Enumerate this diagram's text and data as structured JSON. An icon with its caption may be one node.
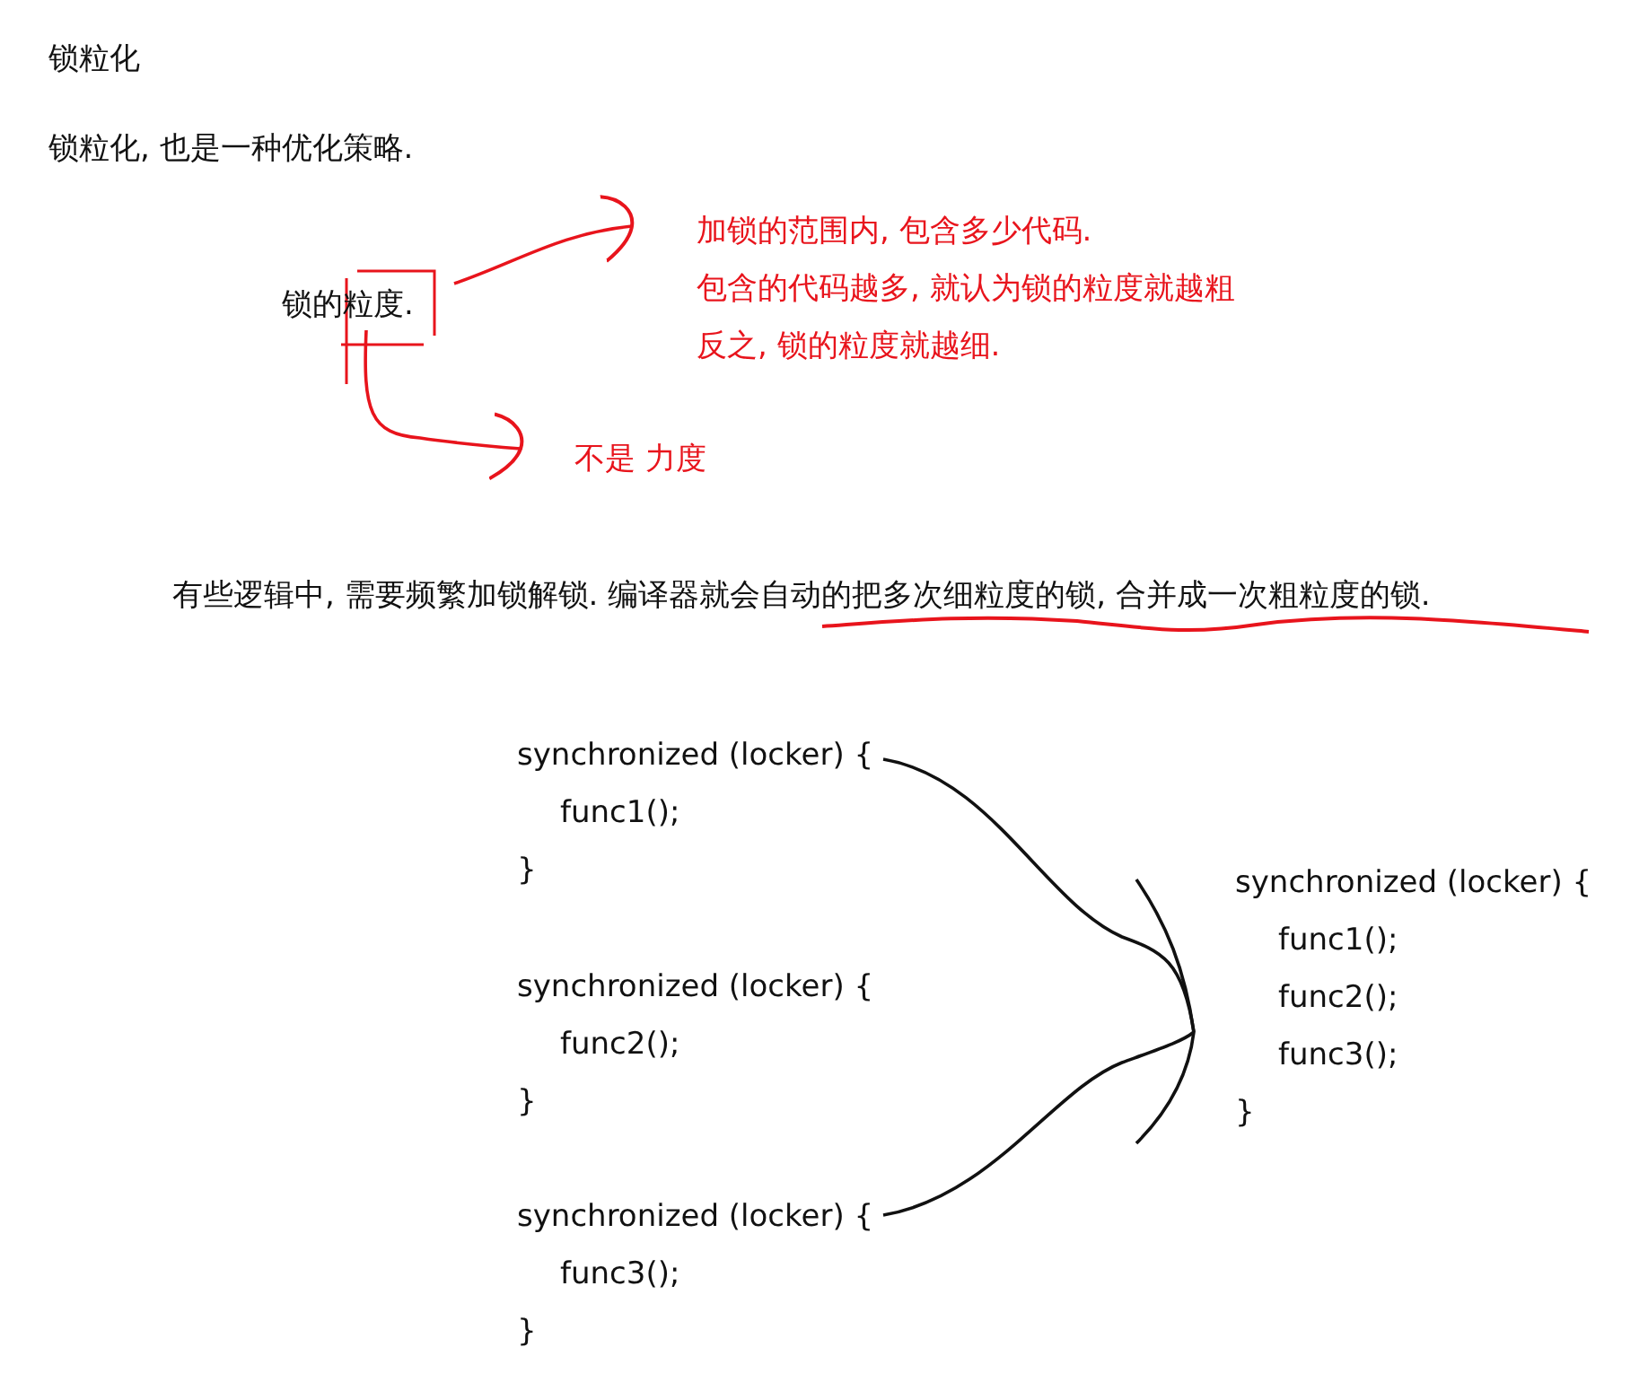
{
  "diagram": {
    "title": "锁粒化",
    "nodes": [
      {
        "text": [
          "锁的粒度."
        ]
      },
      {
        "text": [
          "加锁的范围内, 包含多少代码.",
          "包含的代码越多, 就认为锁的粒度就越粗",
          "反之, 锁的粒度就越细."
        ]
      },
      {
        "text": [
          "不是 力度"
        ]
      },
      {
        "text": [
          "synchronized (locker) {",
          "func1();",
          "}"
        ]
      },
      {
        "text": [
          "synchronized (locker) {",
          "func2();",
          "}"
        ]
      },
      {
        "text": [
          "synchronized (locker) {",
          "func3();",
          "}"
        ]
      },
      {
        "text": [
          "synchronized (locker) {",
          "func1();",
          "func2();",
          "func3();",
          "}"
        ]
      }
    ],
    "edges": [
      {
        "from": 0,
        "to": 1,
        "arrow": "to",
        "color": "#e8141c"
      },
      {
        "from": 0,
        "to": 2,
        "arrow": "to",
        "color": "#e8141c"
      },
      {
        "from": 3,
        "to": 6,
        "arrow": "none",
        "color": "#111111"
      },
      {
        "from": 5,
        "to": 6,
        "arrow": "none",
        "color": "#111111"
      }
    ],
    "labels": [
      "锁粒化, 也是一种优化策略.",
      "有些逻辑中, 需要频繁加锁解锁. 编译器就会自动的把多次细粒度的锁, 合并成一次粗粒度的锁."
    ]
  }
}
